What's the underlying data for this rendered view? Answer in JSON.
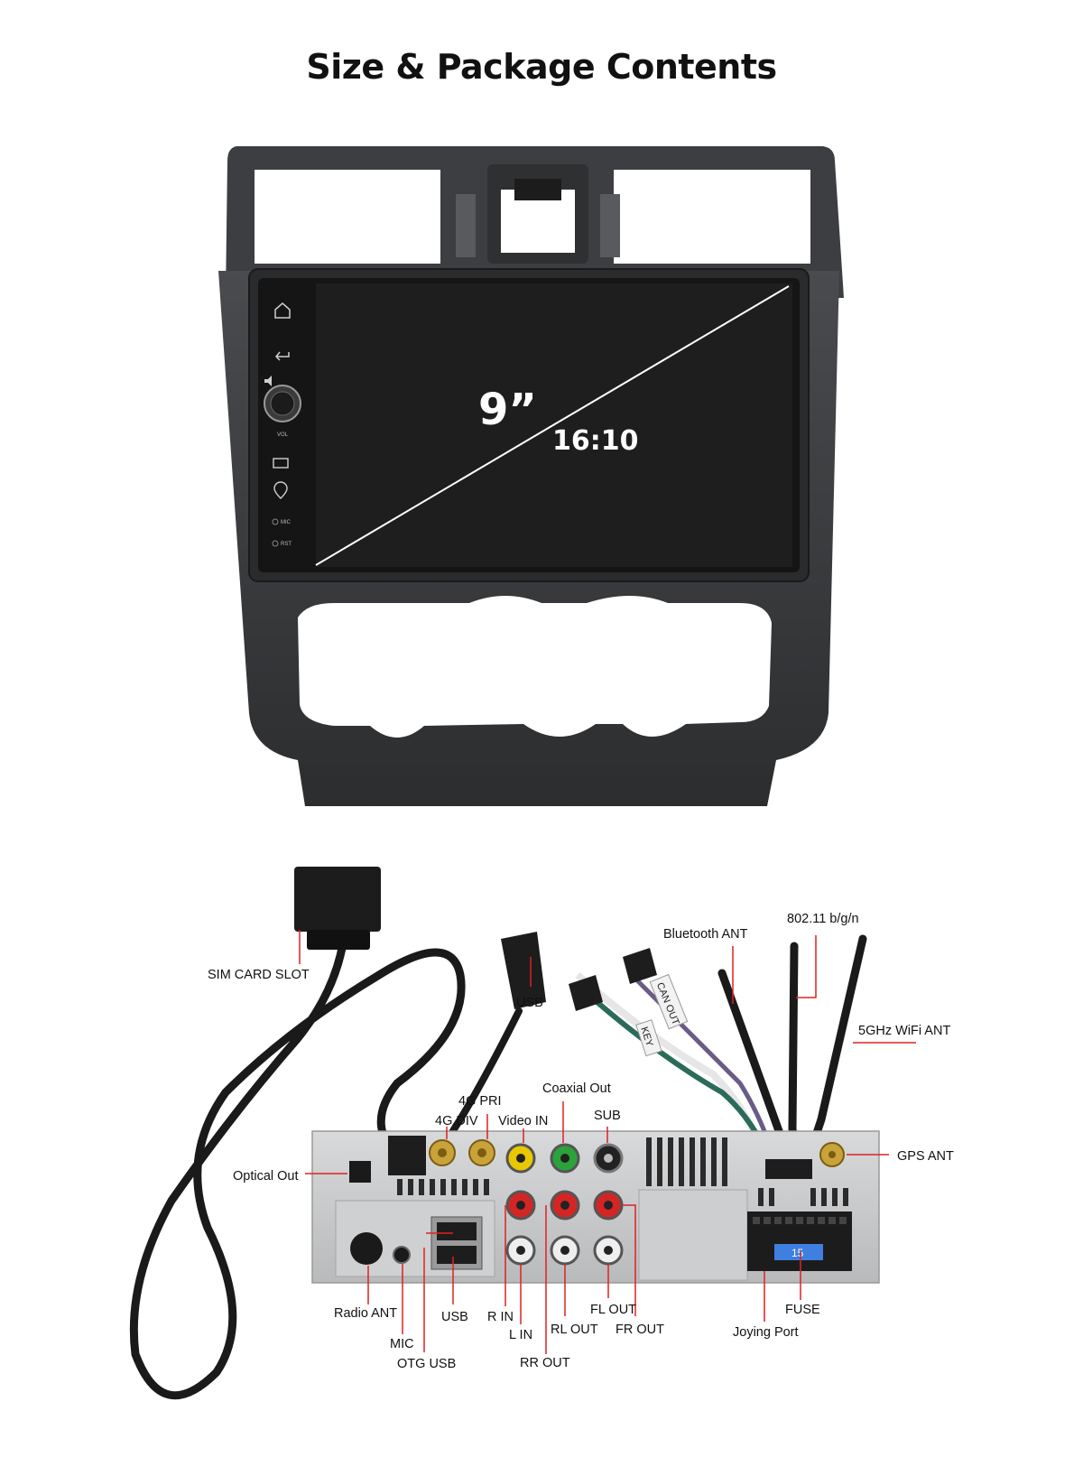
{
  "page": {
    "title": "Size & Package Contents"
  },
  "screen": {
    "diagonal": "9”",
    "ratio": "16:10",
    "side_labels": {
      "vol": "VOL",
      "mic": "MIC",
      "rst": "RST"
    }
  },
  "callouts": {
    "sim_card_slot": "SIM CARD SLOT",
    "usb_top": "USB",
    "bluetooth_ant": "Bluetooth ANT",
    "wifi_24": "802.11 b/g/n",
    "wifi_5": "5GHz WiFi ANT",
    "coaxial_out": "Coaxial Out",
    "g4_pri": "4G PRI",
    "g4_div": "4G DIV",
    "video_in": "Video IN",
    "sub": "SUB",
    "optical_out": "Optical Out",
    "gps_ant": "GPS ANT",
    "radio_ant": "Radio ANT",
    "mic": "MIC",
    "otg_usb": "OTG USB",
    "usb_bottom": "USB",
    "r_in": "R IN",
    "l_in": "L IN",
    "rr_out": "RR OUT",
    "rl_out": "RL OUT",
    "fl_out": "FL OUT",
    "fr_out": "FR OUT",
    "joying_port": "Joying Port",
    "fuse": "FUSE"
  },
  "wire_tags": {
    "can_out": "CAN OUT",
    "key": "KEY"
  },
  "fuse_value": "15",
  "colors": {
    "leader": "#e02020",
    "bezel": "#3a3b3d",
    "screen": "#1e1e1e",
    "chassis": "#c7c8ca"
  }
}
